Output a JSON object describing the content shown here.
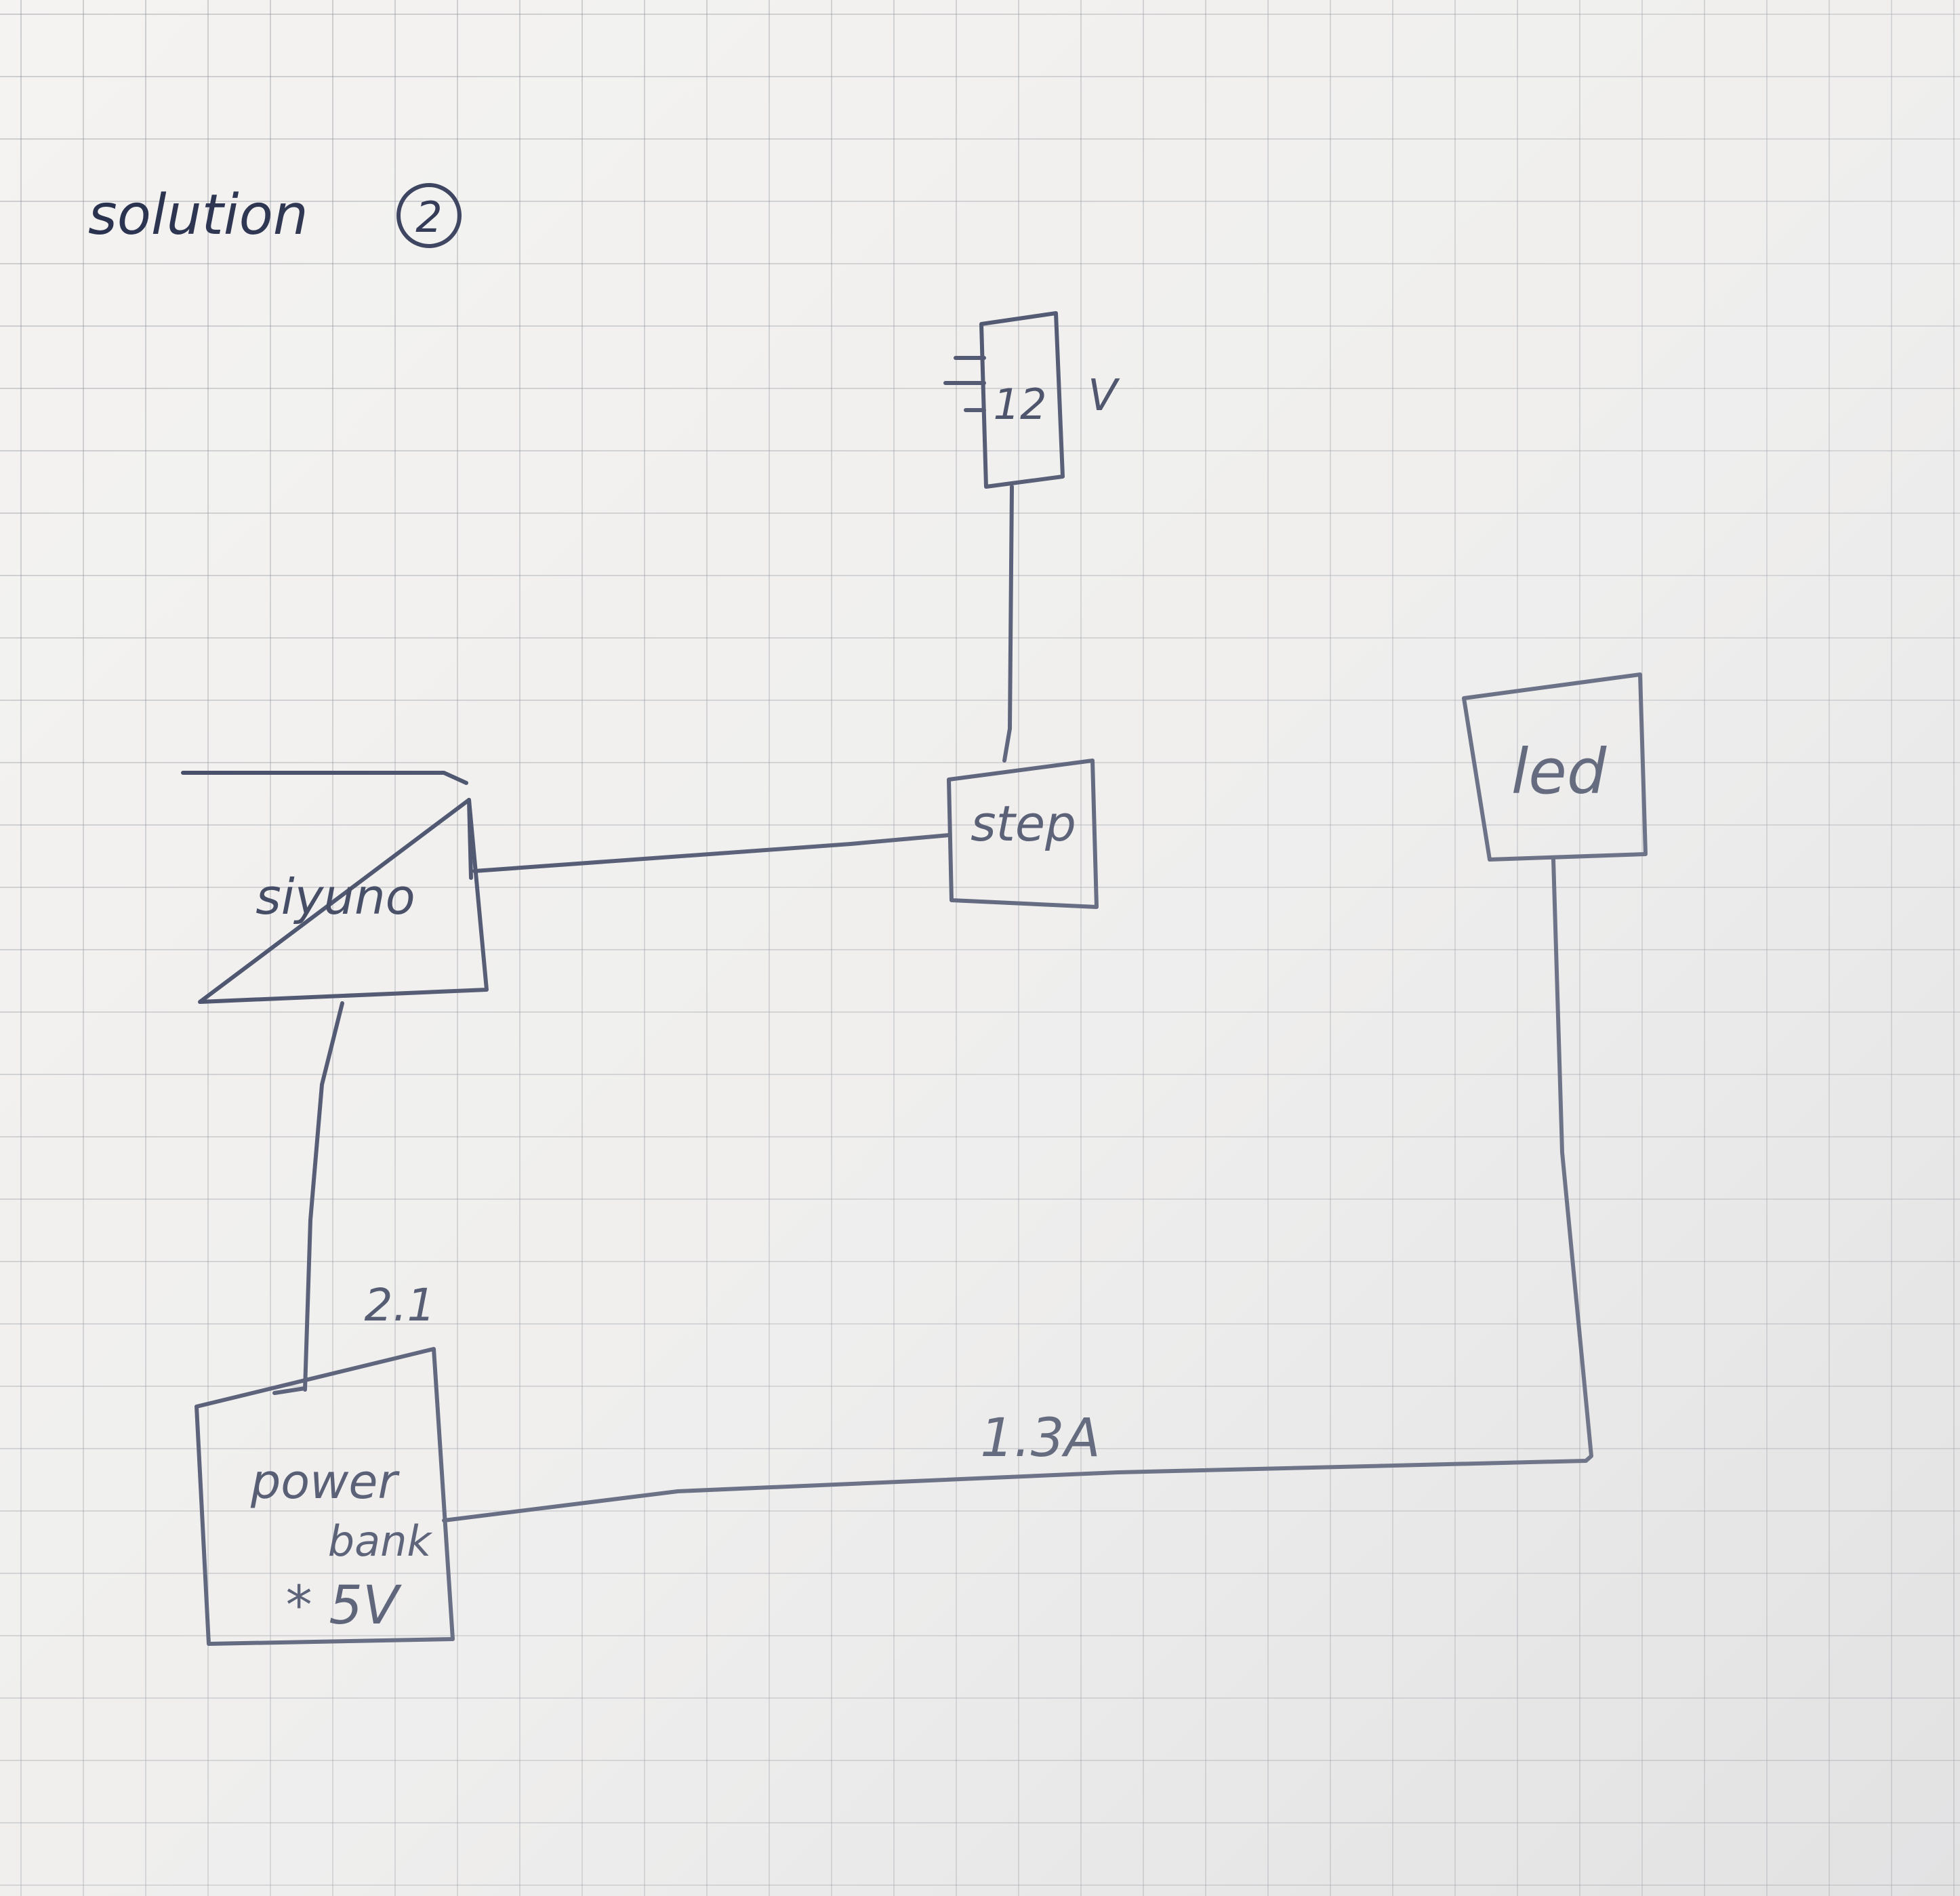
{
  "title": "solution",
  "title_number": "2",
  "nodes": {
    "battery": "12",
    "battery_unit": "V",
    "siyuno": "siyuno",
    "step": "step",
    "led": "led",
    "powerbank_line1": "power",
    "powerbank_line2": "bank",
    "powerbank_line3": "* 5V"
  },
  "edge_labels": {
    "powerbank_to_siyuno": "2.1",
    "powerbank_to_led": "1.3A"
  },
  "ink_color": "#2a3352"
}
